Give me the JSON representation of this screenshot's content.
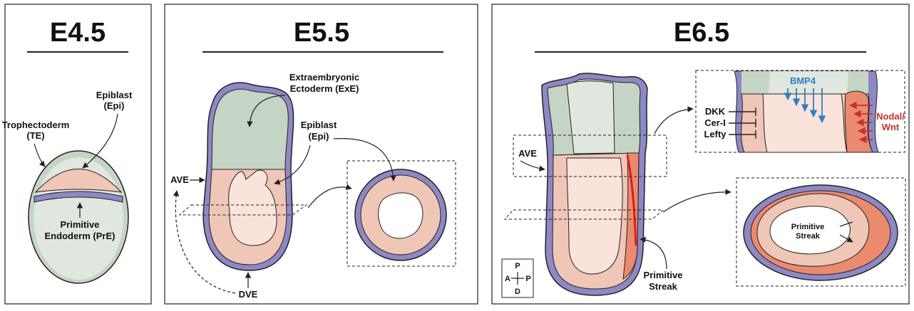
{
  "panels": [
    {
      "title": "E4.5",
      "labels": {
        "trophectoderm": "Trophectoderm",
        "trophectoderm_abbr": "(TE)",
        "epiblast": "Epiblast",
        "epiblast_abbr": "(Epi)",
        "primitive_endoderm_1": "Primitive",
        "primitive_endoderm_2": "Endoderm (PrE)"
      }
    },
    {
      "title": "E5.5",
      "labels": {
        "exe_1": "Extraembryonic",
        "exe_2": "Ectoderm (ExE)",
        "epiblast": "Epiblast",
        "epiblast_abbr": "(Epi)",
        "ave": "AVE",
        "dve": "DVE"
      }
    },
    {
      "title": "E6.5",
      "labels": {
        "ave": "AVE",
        "bmp4": "BMP4",
        "dkk": "DKK",
        "cer": "Cer-I",
        "lefty": "Lefty",
        "nodal_1": "Nodal/",
        "nodal_2": "Wnt",
        "streak_inset_1": "Primitive",
        "streak_inset_2": "Streak",
        "streak_1": "Primitive",
        "streak_2": "Streak",
        "axis_p_top": "P",
        "axis_a": "A",
        "axis_p_right": "P",
        "axis_d": "D"
      }
    }
  ],
  "colors": {
    "purple": "#8e88c4",
    "green": "#c5d5c5",
    "light_green": "#dfe7df",
    "pink": "#f0c6b6",
    "light_pink": "#fae3da",
    "orange": "#ea8a6f",
    "red": "#d9201e",
    "blue": "#2f7fc1",
    "nodal_red": "#c6322a",
    "outline": "#222222"
  }
}
